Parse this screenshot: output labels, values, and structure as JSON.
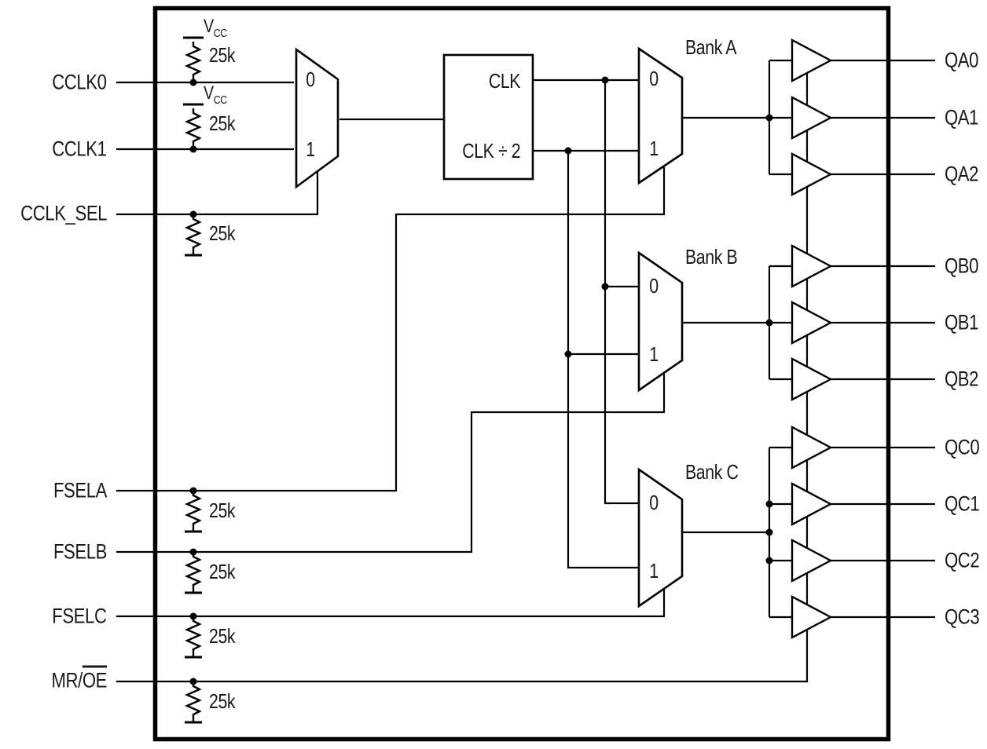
{
  "diagram": {
    "kind": "clock-buffer-block-diagram",
    "line_color": "#000000",
    "background_color": "#ffffff"
  },
  "power": {
    "vcc_main": "V",
    "vcc_sub": "CC"
  },
  "inputs": {
    "cclk0": "CCLK0",
    "cclk1": "CCLK1",
    "cclk_sel": "CCLK_SEL",
    "fsela": "FSELA",
    "fselb": "FSELB",
    "fselc": "FSELC",
    "mr_oe_main": "MR/",
    "mr_oe_overline": "OE"
  },
  "resistors": {
    "cclk0_pullup": "25k",
    "cclk1_pullup": "25k",
    "cclk_sel_pulldown": "25k",
    "fsela_pulldown": "25k",
    "fselb_pulldown": "25k",
    "fselc_pulldown": "25k",
    "mr_oe_pulldown": "25k"
  },
  "clock_block": {
    "clk": "CLK",
    "clk_div2": "CLK ÷ 2"
  },
  "muxes": {
    "cclk": {
      "in0": "0",
      "in1": "1"
    },
    "bank_a": {
      "in0": "0",
      "in1": "1"
    },
    "bank_b": {
      "in0": "0",
      "in1": "1"
    },
    "bank_c": {
      "in0": "0",
      "in1": "1"
    }
  },
  "banks": {
    "a": {
      "label": "Bank A",
      "outputs": [
        "QA0",
        "QA1",
        "QA2"
      ]
    },
    "b": {
      "label": "Bank B",
      "outputs": [
        "QB0",
        "QB1",
        "QB2"
      ]
    },
    "c": {
      "label": "Bank C",
      "outputs": [
        "QC0",
        "QC1",
        "QC2",
        "QC3"
      ]
    }
  }
}
